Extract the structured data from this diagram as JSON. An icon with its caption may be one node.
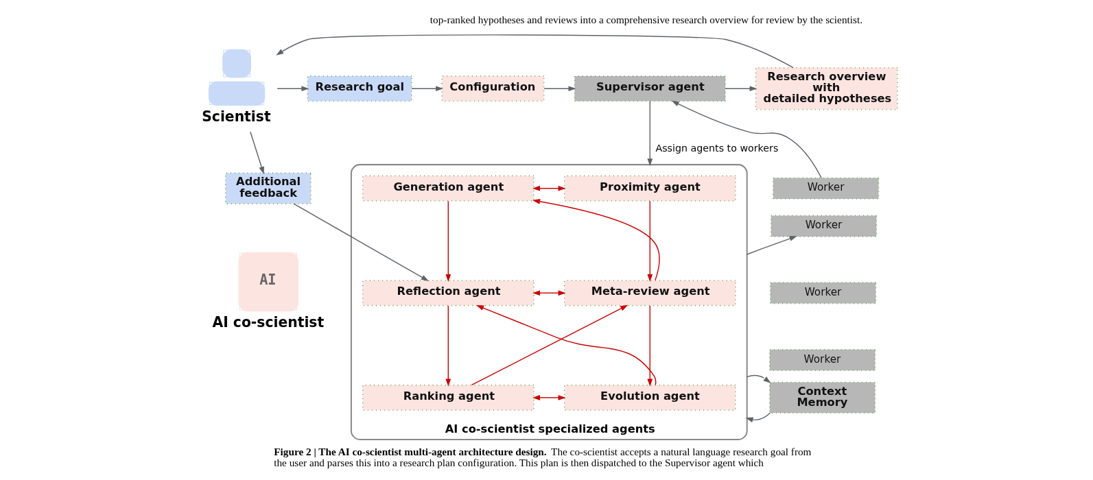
{
  "diagram": {
    "caption": "**Figure 2 | The AI co-scientist multi-agent architecture design.** The co-scientist accepts a natural language research goal from the user and parses this into a research plan configuration. This plan is then dispatched to the Supervisor agent which",
    "nodes": [
      {
        "text": [],
        "shape": "person",
        "beside": [
          "Scientist"
        ]
      },
      {
        "text": [
          "Research goal"
        ]
      },
      {
        "text": [
          "Configuration"
        ]
      },
      {
        "text": [
          "Supervisor agent"
        ]
      },
      {
        "text": [
          "Research overview with detailed hypotheses"
        ]
      },
      {
        "text": [
          "Additional feedback"
        ]
      },
      {
        "text": [
          "AI co-scientist specialized agents"
        ]
      },
      {
        "text": [
          "Generation agent"
        ],
        "in": 6
      },
      {
        "text": [
          "Proximity agent"
        ],
        "in": 6
      },
      {
        "text": [
          "Reflection agent"
        ],
        "in": 6
      },
      {
        "text": [
          "Meta-review agent"
        ],
        "in": 6
      },
      {
        "text": [
          "Ranking agent"
        ],
        "in": 6
      },
      {
        "text": [
          "Evolution agent"
        ],
        "in": 6
      },
      {
        "text": [
          "Worker"
        ]
      },
      {
        "text": [
          "Worker"
        ]
      },
      {
        "text": [
          "Worker"
        ]
      },
      {
        "text": [
          "Worker"
        ]
      },
      {
        "text": [
          "Context Memory"
        ]
      },
      {
        "text": [
          "AI"
        ],
        "beside": [
          "AI co-scientist"
        ]
      }
    ],
    "edges": [
      {
        "from": 4,
        "to": 0,
        "arrow": "to"
      },
      {
        "from": 0,
        "to": 1,
        "arrow": "to"
      },
      {
        "from": 0,
        "to": 5,
        "arrow": "to"
      },
      {
        "from": 1,
        "to": 2,
        "arrow": "to"
      },
      {
        "from": 2,
        "to": 3,
        "arrow": "to"
      },
      {
        "from": 3,
        "to": 4,
        "arrow": "to"
      },
      {
        "from": 3,
        "to": 6,
        "arrow": "to",
        "label": "Assign agents to workers"
      },
      {
        "from": 5,
        "to": 9,
        "arrow": "to"
      },
      {
        "from": 7,
        "to": 8,
        "arrow": "both",
        "color": "#cc0000"
      },
      {
        "from": 7,
        "to": 9,
        "arrow": "to",
        "color": "#cc0000"
      },
      {
        "from": 8,
        "to": 10,
        "arrow": "to",
        "color": "#cc0000"
      },
      {
        "from": 10,
        "to": 7,
        "arrow": "to",
        "color": "#cc0000"
      },
      {
        "from": 9,
        "to": 10,
        "arrow": "both",
        "color": "#cc0000"
      },
      {
        "from": 9,
        "to": 11,
        "arrow": "to",
        "color": "#cc0000"
      },
      {
        "from": 10,
        "to": 12,
        "arrow": "to",
        "color": "#cc0000"
      },
      {
        "from": 11,
        "to": 10,
        "arrow": "to",
        "color": "#cc0000"
      },
      {
        "from": 12,
        "to": 9,
        "arrow": "to",
        "color": "#cc0000"
      },
      {
        "from": 11,
        "to": 12,
        "arrow": "both",
        "color": "#cc0000"
      },
      {
        "from": 6,
        "to": 14,
        "arrow": "to"
      },
      {
        "from": 13,
        "to": 3,
        "arrow": "to"
      },
      {
        "from": 6,
        "to": 17,
        "arrow": "to"
      },
      {
        "from": 17,
        "to": 6,
        "arrow": "to"
      }
    ],
    "labels": [
      "top-ranked hypotheses and reviews into a comprehensive research overview for review by the scientist."
    ]
  }
}
